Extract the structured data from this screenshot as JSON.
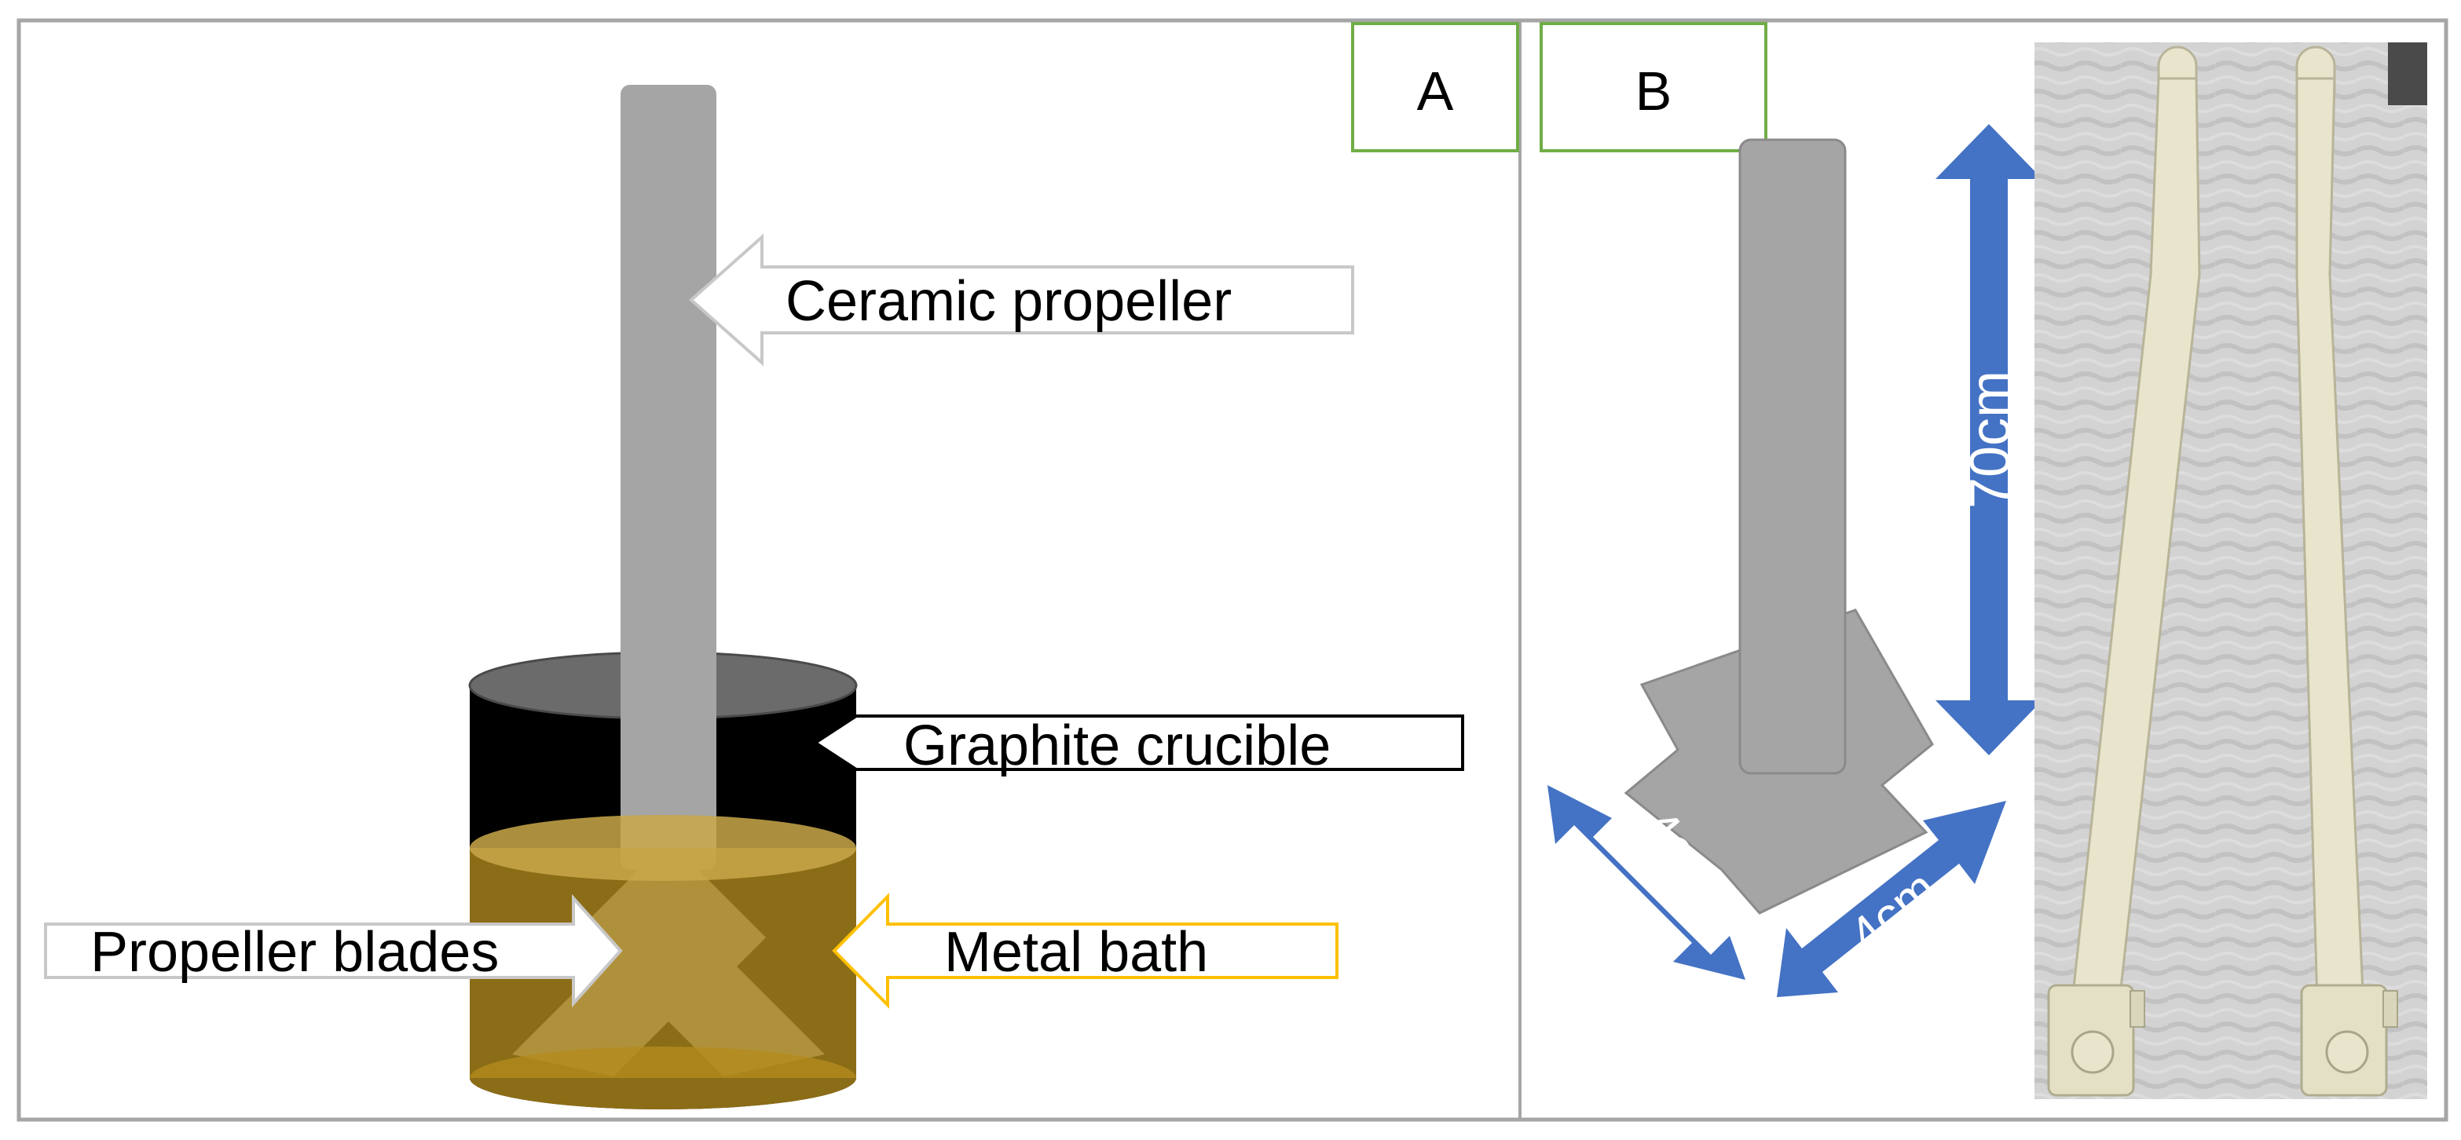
{
  "panels": {
    "a": {
      "label": "A"
    },
    "b": {
      "label": "B"
    }
  },
  "callouts": {
    "ceramic_propeller": "Ceramic propeller",
    "graphite_crucible": "Graphite crucible",
    "propeller_blades": "Propeller blades",
    "metal_bath": "Metal bath"
  },
  "dimensions": {
    "shaft_length": "70cm",
    "blade_left": "4cm",
    "blade_right": "4cm"
  },
  "colors": {
    "frame": "#a6a6a6",
    "panel_label_border": "#70ad47",
    "propeller_gray": "#a5a5a5",
    "crucible": "#000000",
    "crucible_top": "#6b6b6b",
    "metal_bath": "#b48c1e",
    "metal_bath_outline": "#ffc000",
    "dimension_arrow": "#4472c4"
  }
}
